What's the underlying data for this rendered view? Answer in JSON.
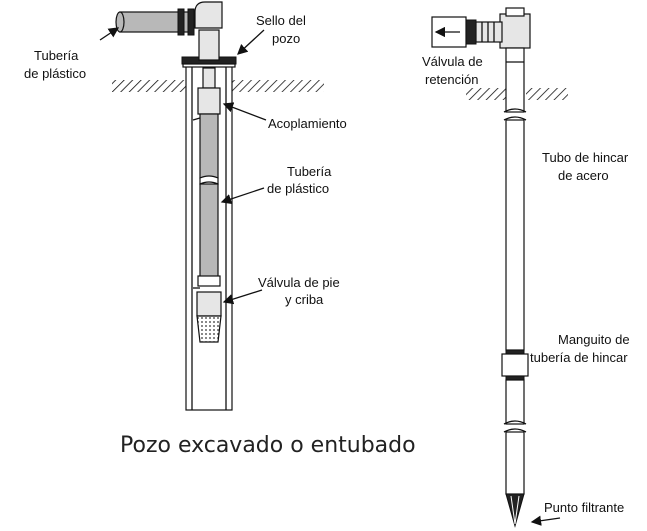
{
  "labels": {
    "plastic_pipe_top": [
      "Tubería",
      "de plástico"
    ],
    "well_seal": [
      "Sello del",
      "pozo"
    ],
    "coupling": "Acoplamiento",
    "plastic_pipe_mid": [
      "Tubería",
      "de plástico"
    ],
    "foot_valve": [
      "Válvula de pie",
      "y criba"
    ],
    "check_valve": [
      "Válvula de",
      "retención"
    ],
    "drive_pipe": [
      "Tubo de hincar",
      "de acero"
    ],
    "drive_coupling": [
      "Manguito de",
      "tubería de hincar"
    ],
    "well_point": "Punto filtrante"
  },
  "caption": "Pozo excavado o entubado"
}
